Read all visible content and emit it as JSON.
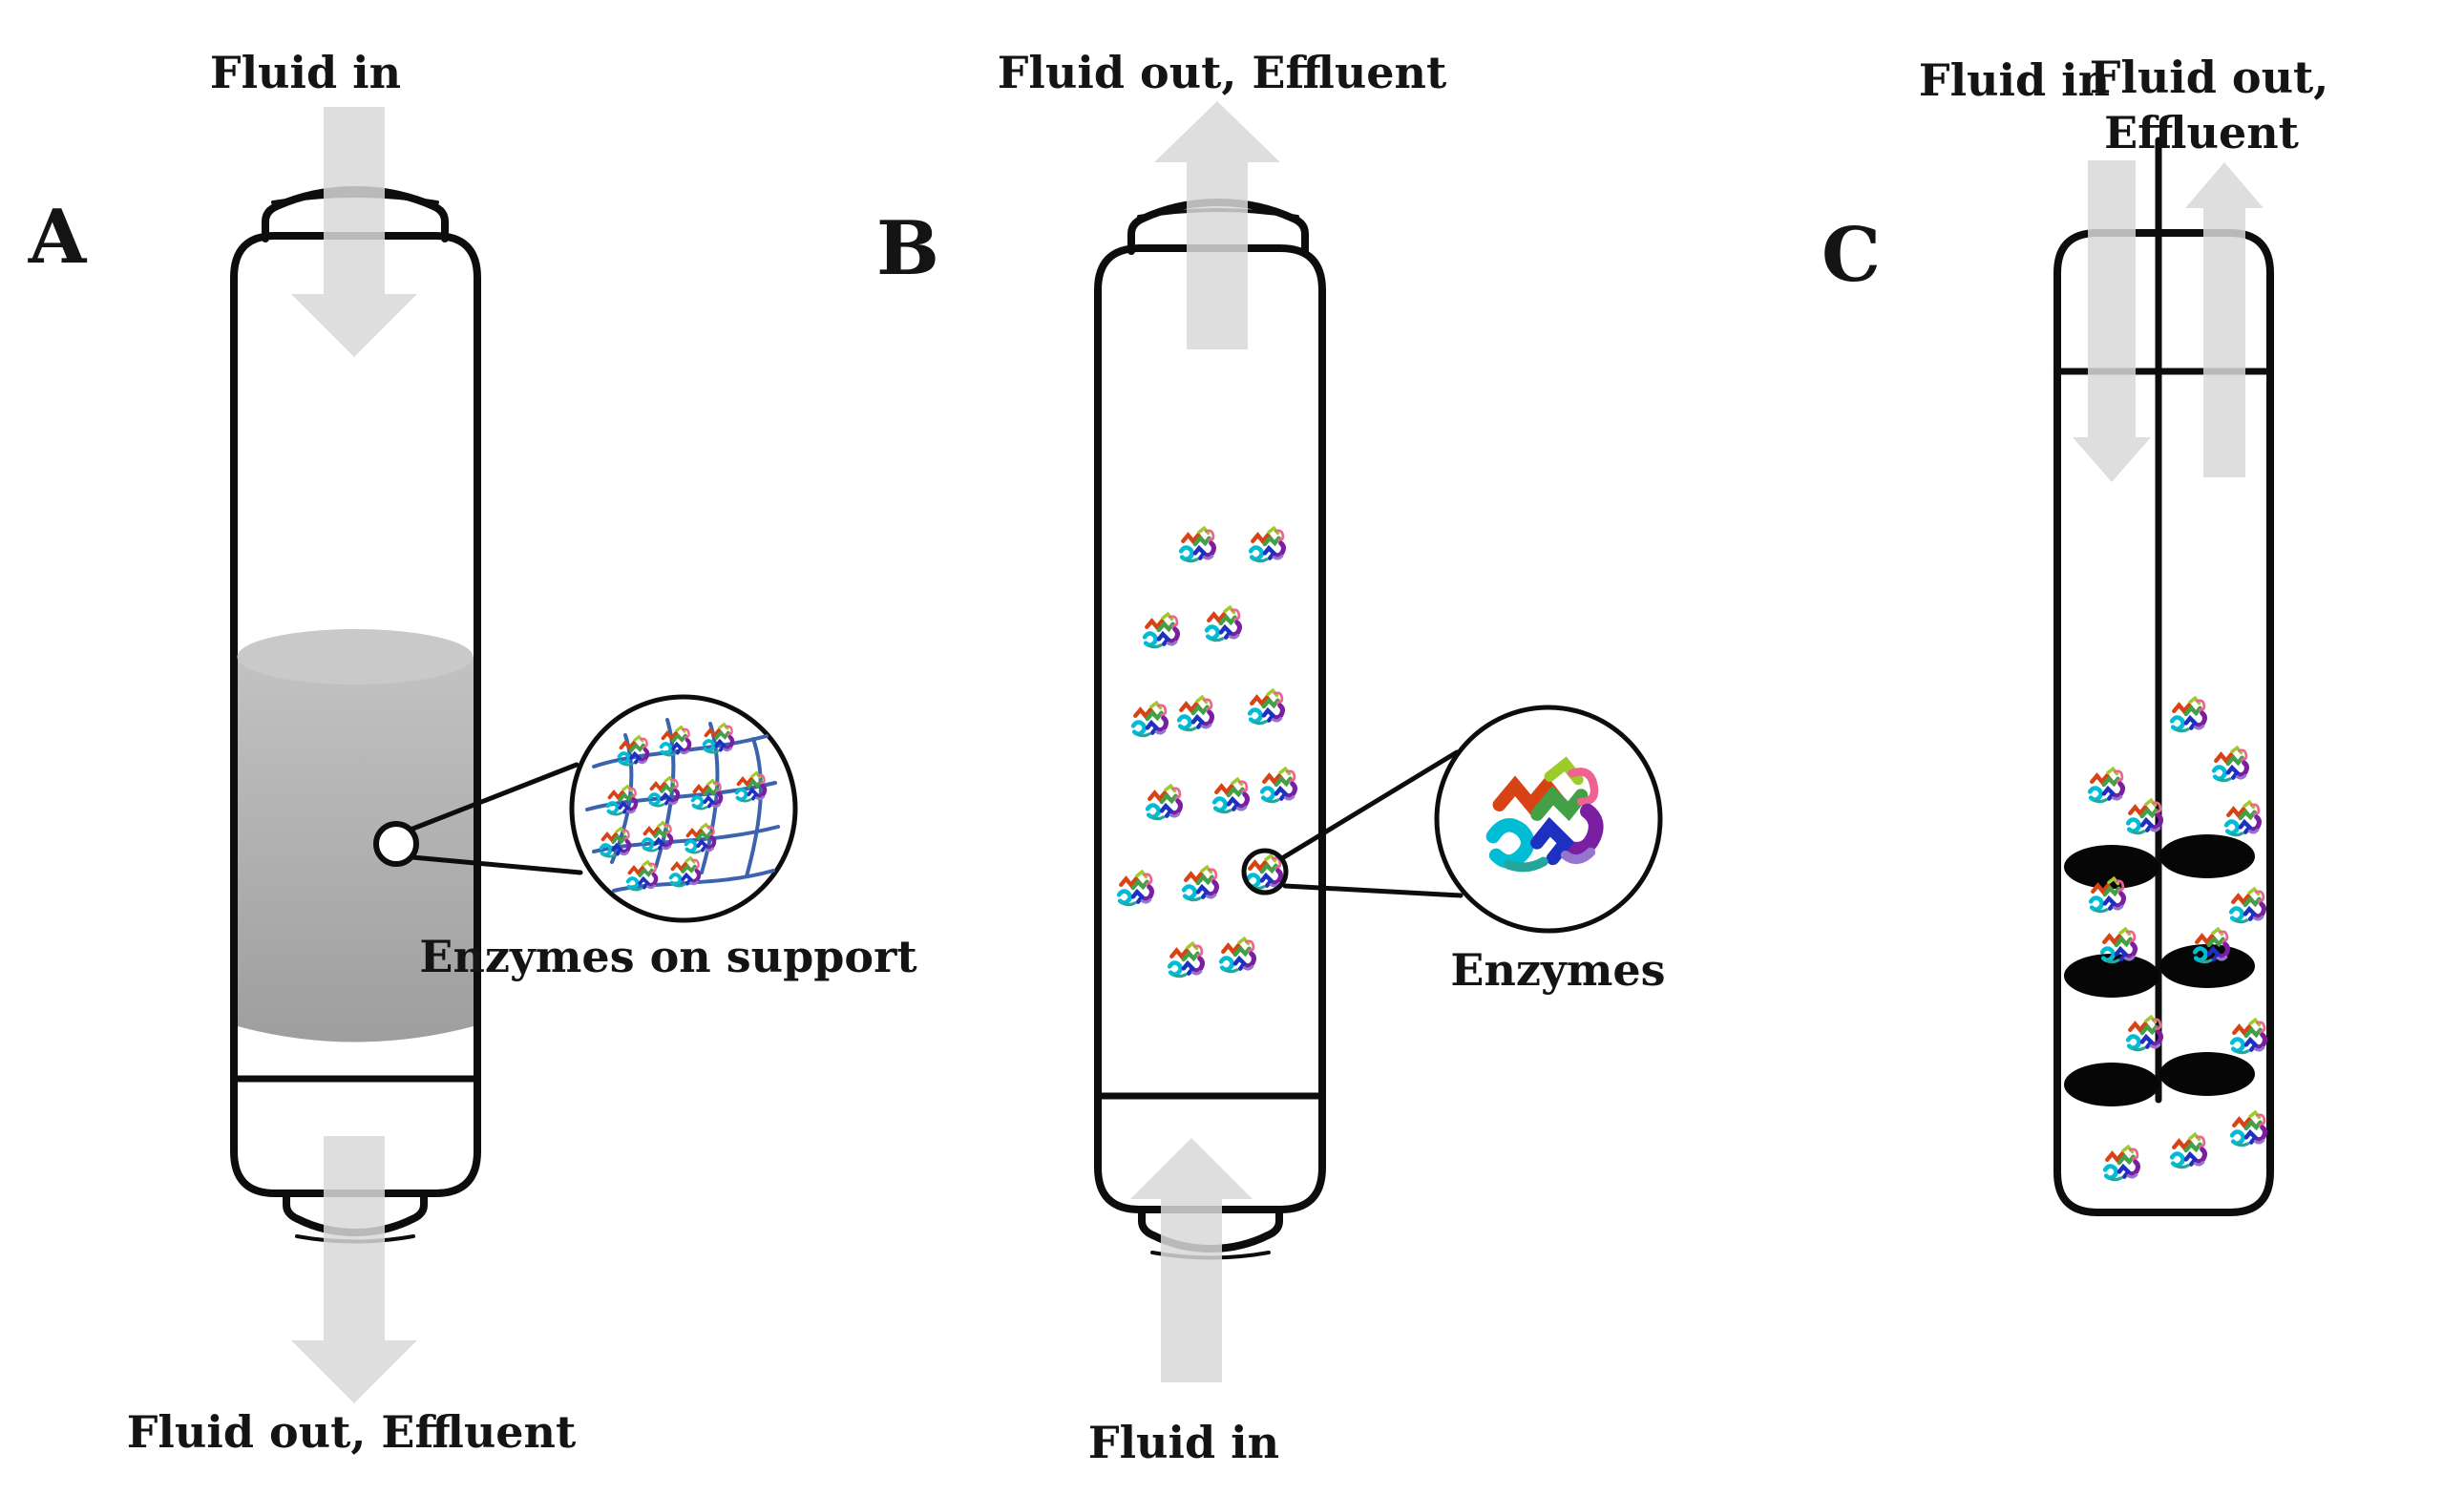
{
  "figure": {
    "title": "Enzyme reactor configurations diagram",
    "panel_a": {
      "label": "A",
      "inlet_label": "Fluid in",
      "outlet_label": "Fluid out, Effluent",
      "callout_label": "Enzymes on support"
    },
    "panel_b": {
      "label": "B",
      "outlet_label": "Fluid out, Effluent",
      "inlet_label": "Fluid in",
      "callout_label": "Enzymes"
    },
    "panel_c": {
      "label": "C",
      "inlet_label": "Fluid in",
      "outlet_label_line1": "Fluid out,",
      "outlet_label_line2": "Effluent"
    },
    "icons": {
      "enzyme": "enzyme-ribbon-icon",
      "support": "support-mesh",
      "impeller": "impeller-blade"
    },
    "colors": {
      "arrow": "#d8d8d8",
      "outline": "#0d0d0d",
      "support_mesh": "#3c63ae",
      "bed_top": "#c9c9c9",
      "bed_light": "#c2c2c2",
      "bed_dark": "#9e9e9e",
      "paddle": "#060606",
      "text": "#141414"
    }
  }
}
